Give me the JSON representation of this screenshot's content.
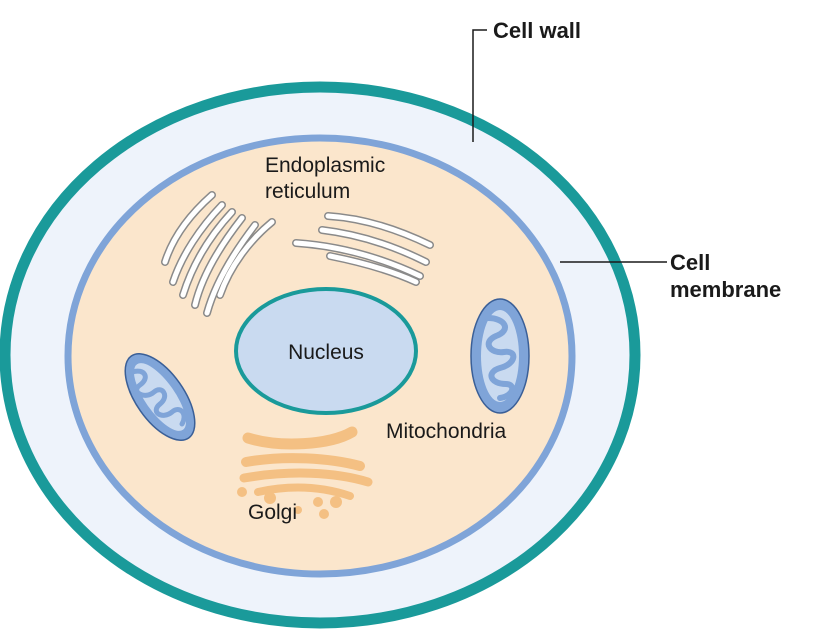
{
  "labels": {
    "cell_wall": "Cell wall",
    "cell_membrane_line1": "Cell",
    "cell_membrane_line2": "membrane",
    "er_line1": "Endoplasmic",
    "er_line2": "reticulum",
    "nucleus": "Nucleus",
    "mitochondria": "Mitochondria",
    "golgi": "Golgi"
  },
  "colors": {
    "cell_wall": "#1a9a9a",
    "wall_space": "#eef3fb",
    "membrane": "#7fa4d8",
    "cytoplasm": "#fbe6cc",
    "nucleus_fill": "#c9daf0",
    "nucleus_border": "#1a9a9a",
    "mito_outer": "#7fa4d8",
    "mito_inner": "#c9daf0",
    "golgi": "#f4c083",
    "er": "#ffffff"
  }
}
